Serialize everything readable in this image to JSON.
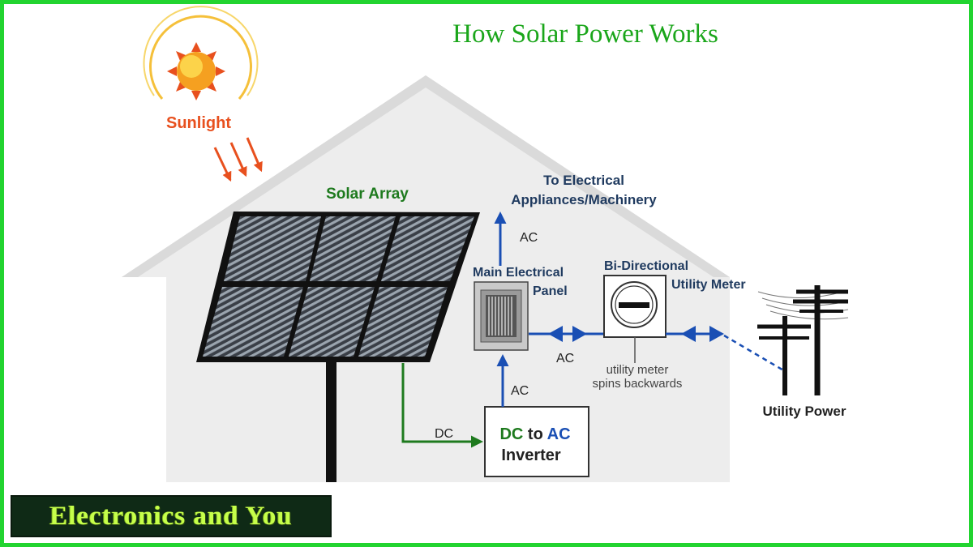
{
  "title": "How Solar Power Works",
  "labels": {
    "sunlight": "Sunlight",
    "solar_array": "Solar Array",
    "to_electrical_line1": "To Electrical",
    "to_electrical_line2": "Appliances/Machinery",
    "ac_up": "AC",
    "main_panel_line1": "Main Electrical",
    "main_panel_line2": "Panel",
    "bidir_line1": "Bi-Directional",
    "bidir_line2": "Utility Meter",
    "ac_mid": "AC",
    "meter_note_line1": "utility meter",
    "meter_note_line2": "spins backwards",
    "ac_low": "AC",
    "dc": "DC",
    "inverter_dc": "DC",
    "inverter_to": "to",
    "inverter_ac": "AC",
    "inverter_word": "Inverter",
    "utility_power": "Utility Power"
  },
  "brand": "Electronics and You",
  "colors": {
    "frame": "#22d430",
    "title": "#1aa61a",
    "sunlight": "#e8501e",
    "sun": "#f5a020",
    "dc_line": "#1e7a1e",
    "ac_line": "#1a4fb4",
    "house": "#ececec"
  },
  "icons": [
    "sun-icon",
    "solar-panel-icon",
    "electrical-panel-icon",
    "meter-icon",
    "utility-pole-icon"
  ]
}
